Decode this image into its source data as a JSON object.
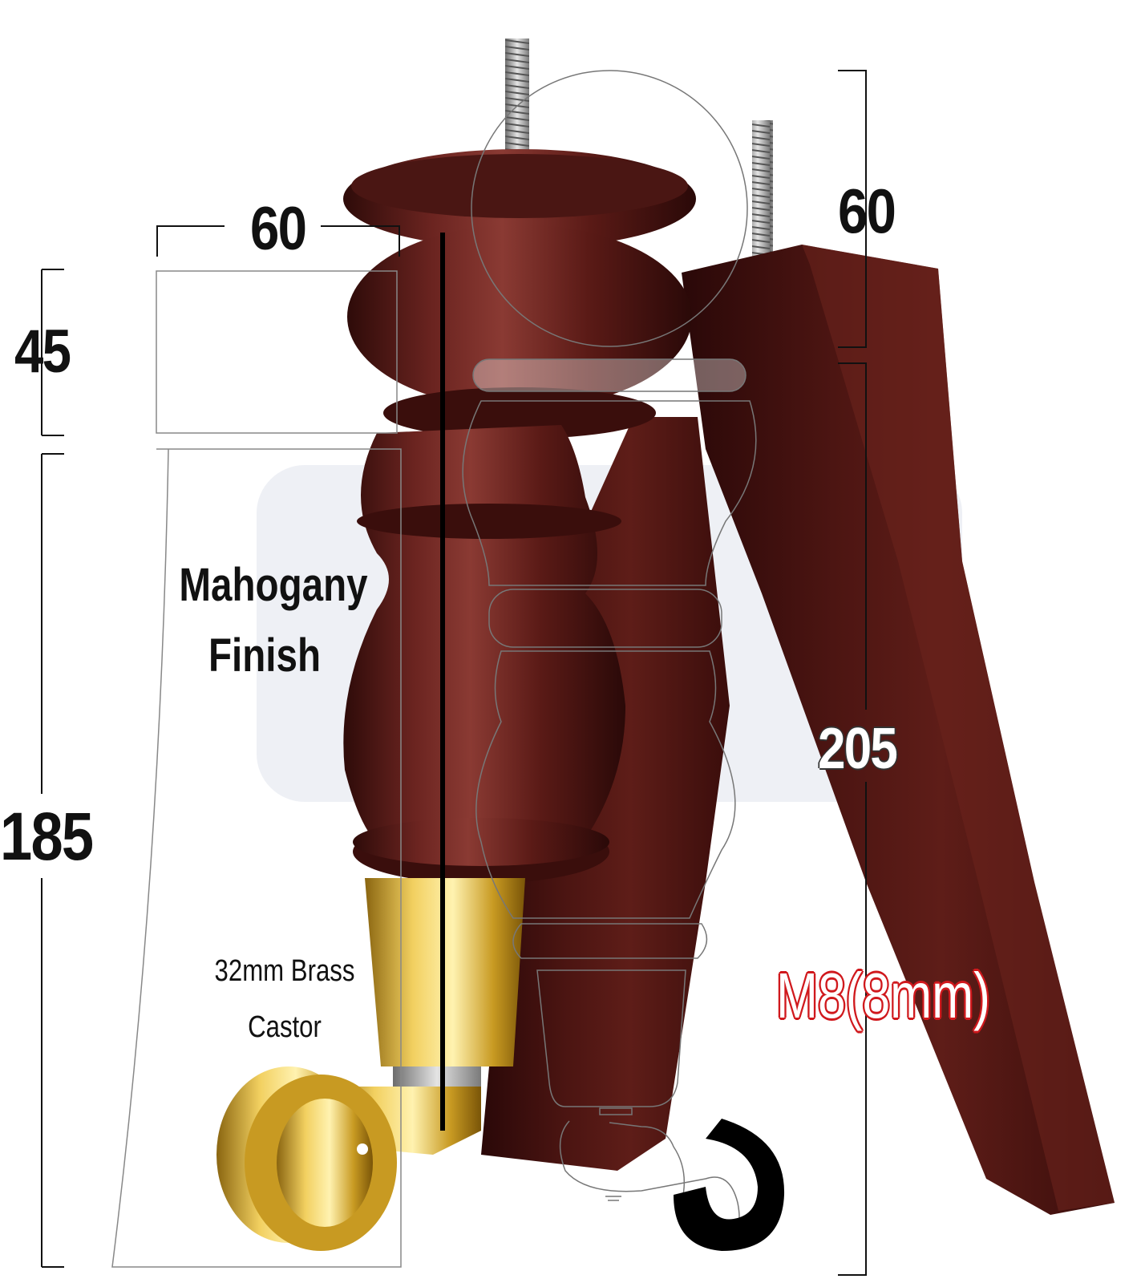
{
  "labels": {
    "finish_line1": "Mahogany",
    "finish_line2": "Finish",
    "castor_line1": "32mm Brass",
    "castor_line2": "Castor",
    "thread": "M8(8mm)"
  },
  "dimensions": {
    "top_width": "60",
    "head_width": "60",
    "head_height": "45",
    "lower_height": "185",
    "tapered_height": "205"
  },
  "colors": {
    "mahogany": "#5a1a16",
    "mahogany_dark": "#3a0e0c",
    "brass": "#d4a828",
    "thread_text_outline": "#d0191d"
  }
}
